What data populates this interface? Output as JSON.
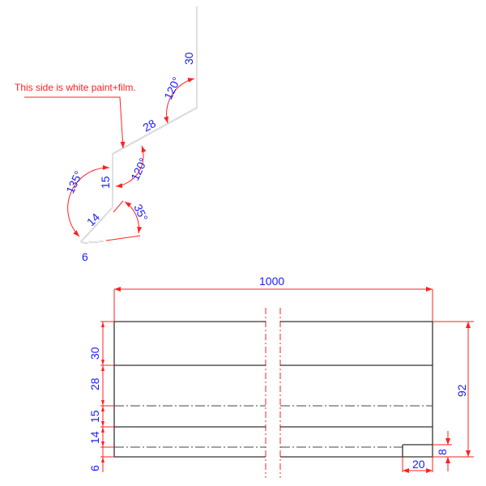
{
  "profile": {
    "note": "This side is white paint+film.",
    "segments": [
      "30",
      "28",
      "15",
      "14",
      "6"
    ],
    "angles": [
      "120°",
      "120°",
      "135°",
      "35°"
    ]
  },
  "flat": {
    "width": "1000",
    "height_total": "92",
    "rows": [
      "30",
      "28",
      "15",
      "14",
      "6"
    ],
    "notch_width": "20",
    "notch_height": "8"
  },
  "colors": {
    "dimension_text": "#1a1aff",
    "annotation": "#ff2020",
    "outline": "#333333"
  }
}
